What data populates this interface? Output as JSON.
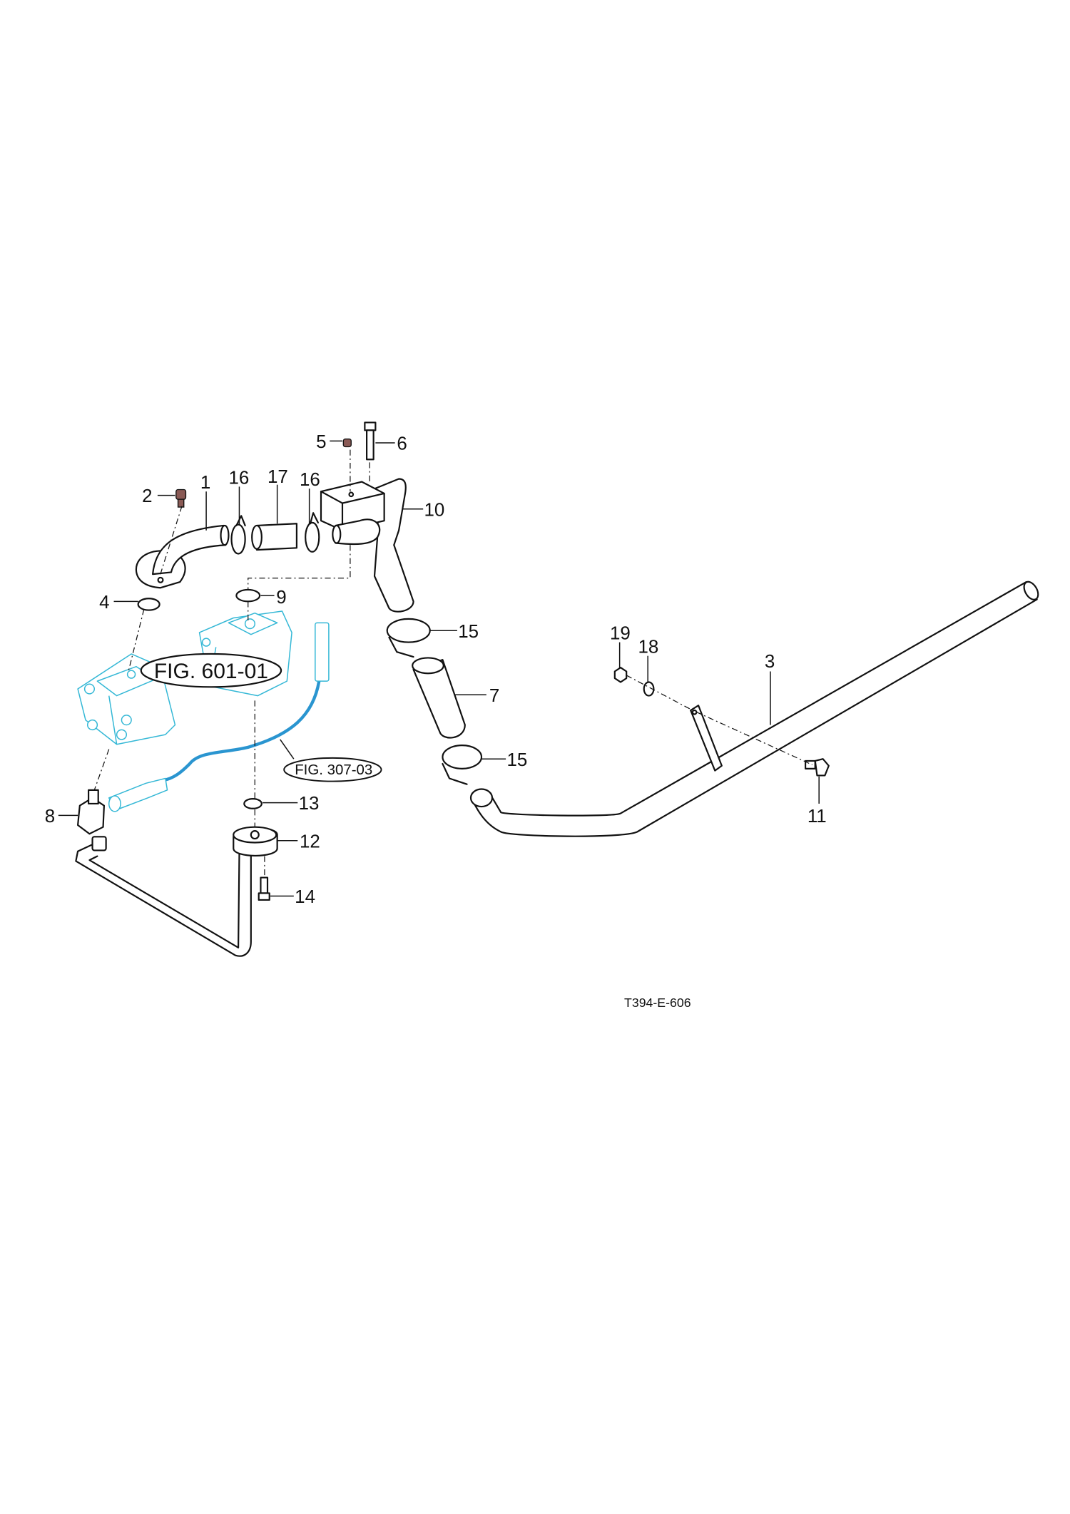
{
  "diagram": {
    "drawing_code": "T394-E-606",
    "references": [
      {
        "label": "FIG. 601-01"
      },
      {
        "label": "FIG. 307-03"
      }
    ],
    "callouts": [
      "1",
      "2",
      "3",
      "4",
      "5",
      "6",
      "7",
      "8",
      "9",
      "10",
      "11",
      "12",
      "13",
      "14",
      "15",
      "15",
      "16",
      "16",
      "17",
      "18",
      "19"
    ],
    "colors": {
      "line": "#111111",
      "reference_part": "#35b8d6",
      "hose": "#2a95d0",
      "plug": "#8a5a55"
    }
  }
}
